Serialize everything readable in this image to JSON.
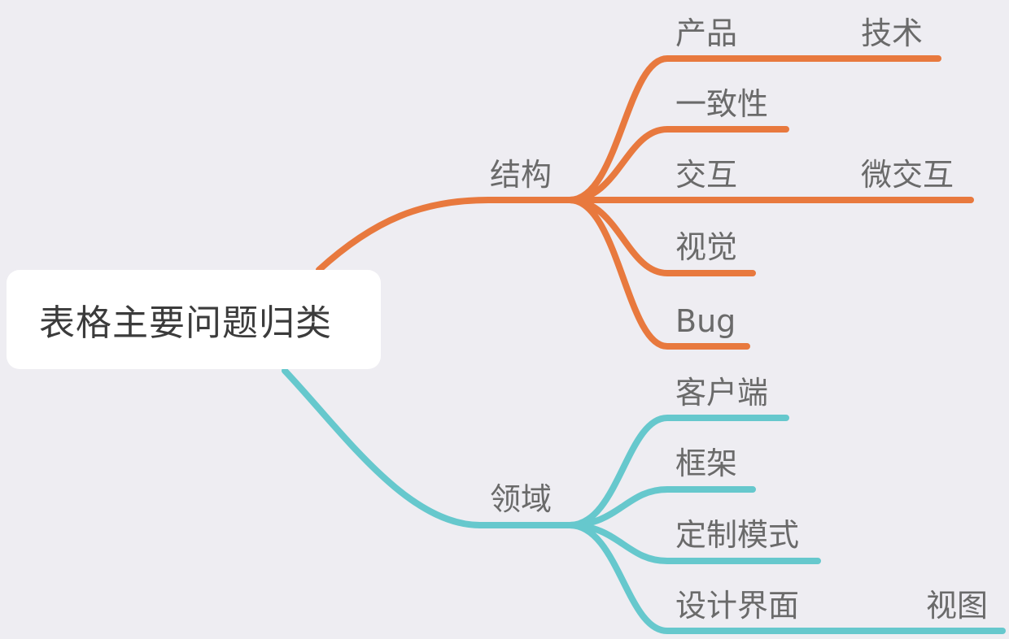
{
  "root": {
    "label": "表格主要问题归类"
  },
  "colors": {
    "background": "#eeedf2",
    "branch_structure": "#e8793e",
    "branch_domain": "#66c8cd",
    "text": "#6a6a6a",
    "root_text": "#3b3b3b"
  },
  "branches": [
    {
      "label": "结构",
      "children": [
        {
          "label": "产品",
          "child": "技术"
        },
        {
          "label": "一致性"
        },
        {
          "label": "交互",
          "child": "微交互"
        },
        {
          "label": "视觉"
        },
        {
          "label": "Bug"
        }
      ]
    },
    {
      "label": "领域",
      "children": [
        {
          "label": "客户端"
        },
        {
          "label": "框架"
        },
        {
          "label": "定制模式"
        },
        {
          "label": "设计界面",
          "child": "视图"
        }
      ]
    }
  ]
}
